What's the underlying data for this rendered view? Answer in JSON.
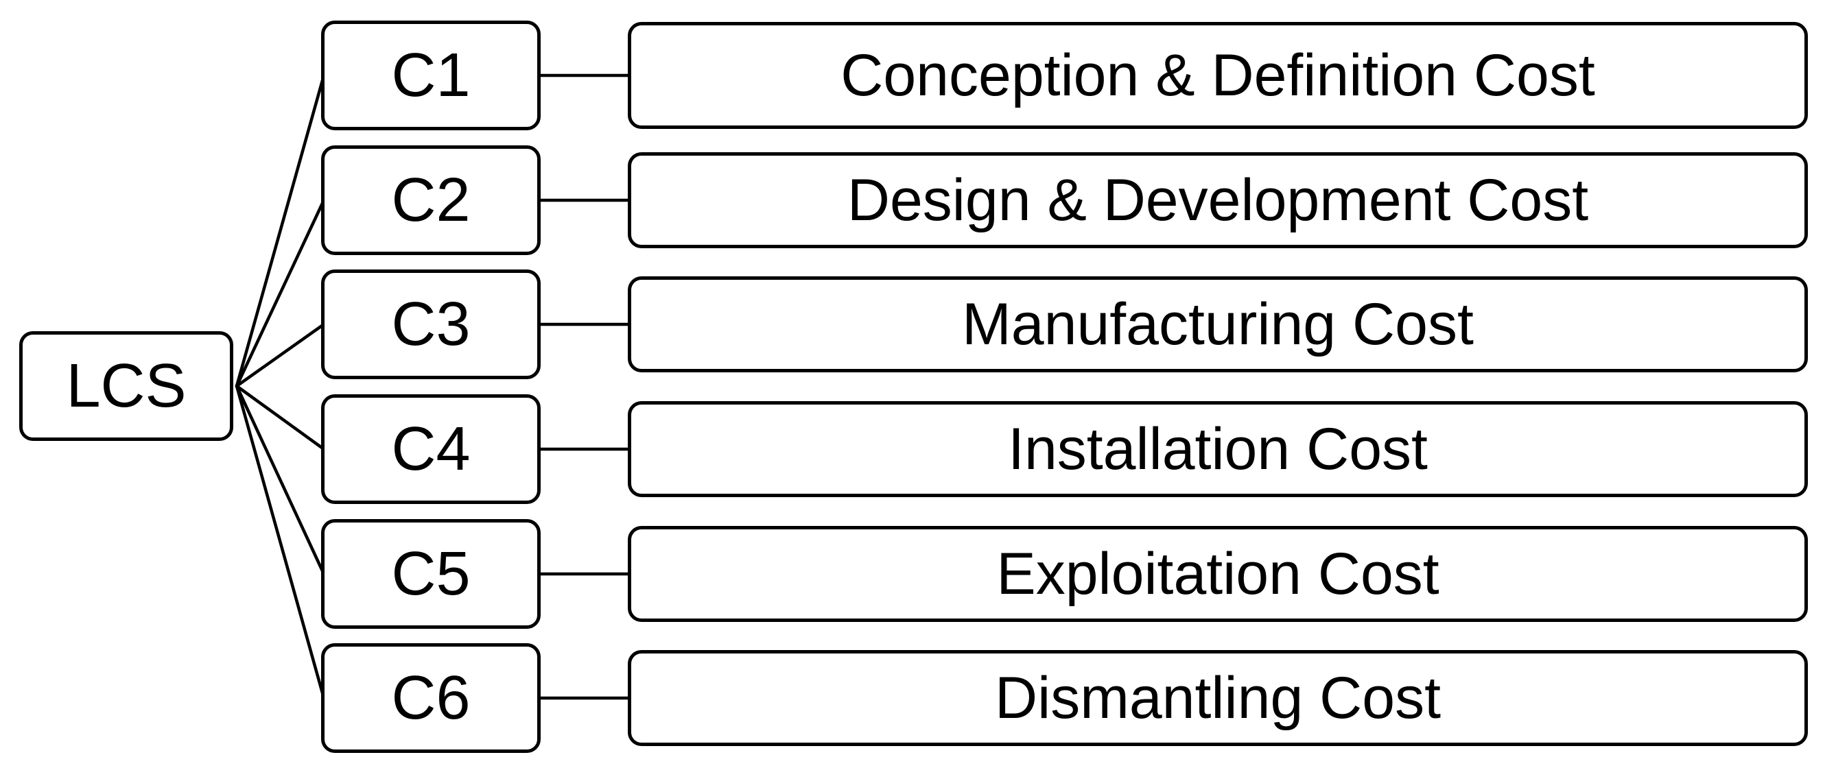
{
  "diagram": {
    "type": "tree",
    "root": {
      "label": "LCS"
    },
    "rows": [
      {
        "code": "C1",
        "label": "Conception & Definition Cost"
      },
      {
        "code": "C2",
        "label": "Design & Development Cost"
      },
      {
        "code": "C3",
        "label": "Manufacturing Cost"
      },
      {
        "code": "C4",
        "label": "Installation Cost"
      },
      {
        "code": "C5",
        "label": "Exploitation Cost"
      },
      {
        "code": "C6",
        "label": "Dismantling Cost"
      }
    ],
    "colors": {
      "stroke": "#000000",
      "fill": "#ffffff",
      "text": "#000000"
    }
  }
}
